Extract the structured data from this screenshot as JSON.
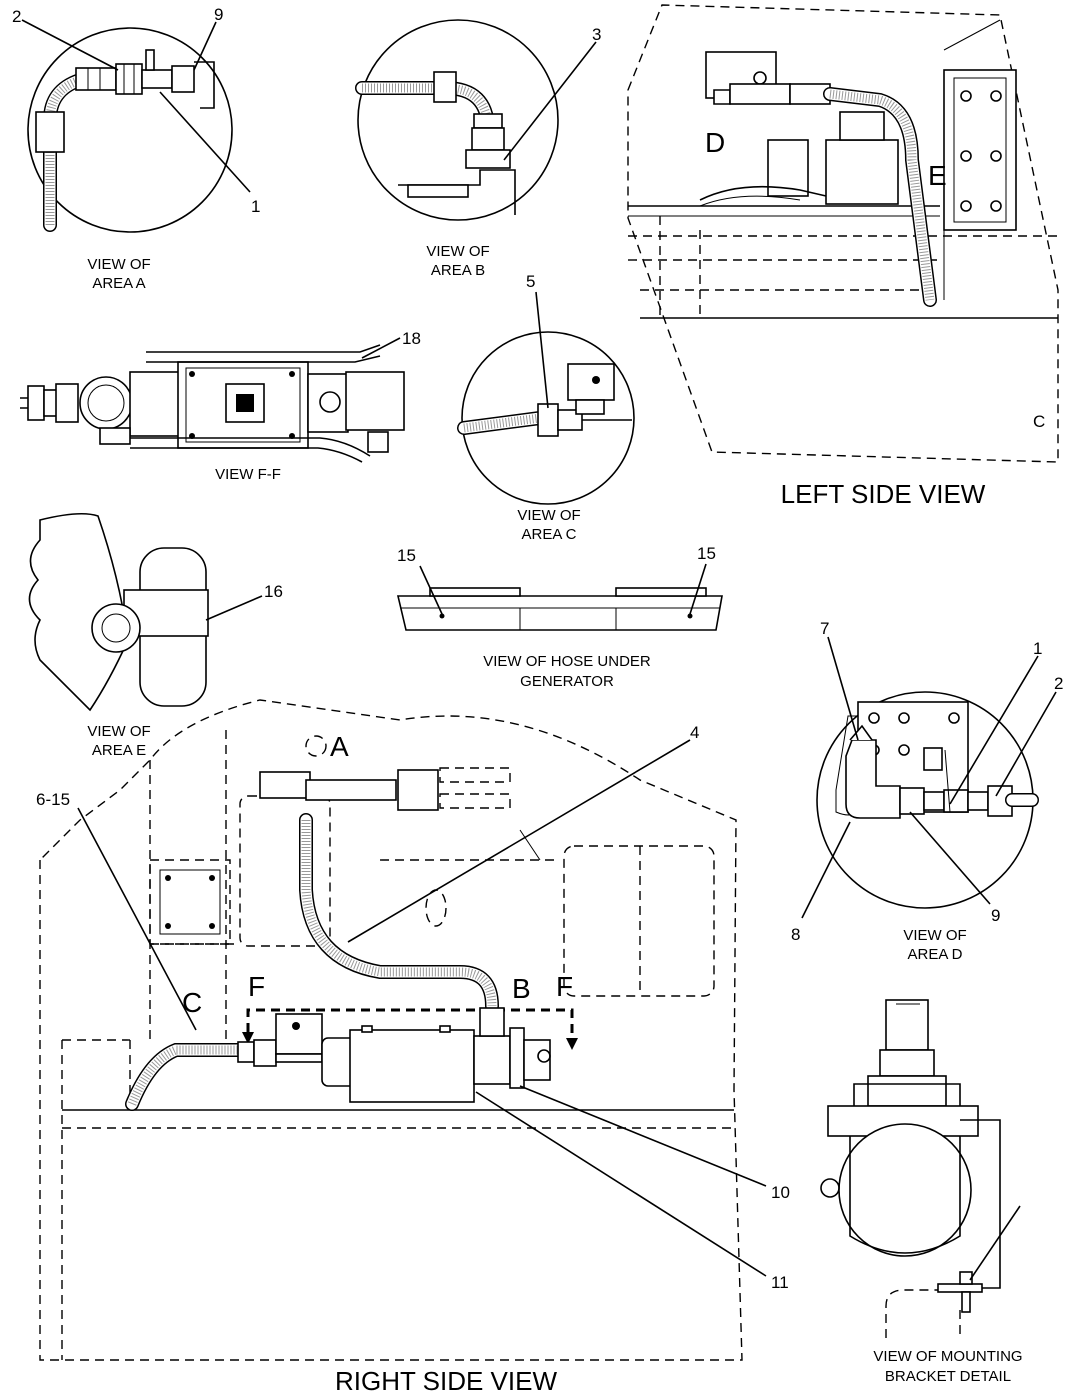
{
  "views": {
    "area_a": {
      "caption_line1": "VIEW OF",
      "caption_line2": "AREA A",
      "callouts": [
        "2",
        "9",
        "1"
      ]
    },
    "area_b": {
      "caption_line1": "VIEW OF",
      "caption_line2": "AREA B",
      "callouts": [
        "3"
      ]
    },
    "left_side": {
      "caption": "LEFT SIDE VIEW",
      "letters": [
        "D",
        "E"
      ],
      "mark": "C"
    },
    "view_ff": {
      "caption": "VIEW  F-F",
      "callouts": [
        "18"
      ]
    },
    "area_c": {
      "caption_line1": "VIEW OF",
      "caption_line2": "AREA  C",
      "callouts": [
        "5"
      ]
    },
    "area_e": {
      "caption_line1": "VIEW OF",
      "caption_line2": "AREA E",
      "callouts": [
        "16"
      ]
    },
    "hose_under_generator": {
      "caption_line1": "VIEW OF HOSE UNDER",
      "caption_line2": "GENERATOR",
      "callouts": [
        "15",
        "15"
      ]
    },
    "area_d": {
      "caption_line1": "VIEW OF",
      "caption_line2": "AREA D",
      "callouts": [
        "7",
        "1",
        "2",
        "8",
        "9"
      ]
    },
    "right_side": {
      "caption": "RIGHT SIDE VIEW",
      "letters": [
        "A",
        "B",
        "C",
        "F",
        "F"
      ],
      "callouts": [
        "4",
        "6-15",
        "10",
        "11"
      ]
    },
    "mounting_bracket": {
      "caption_line1": "VIEW OF MOUNTING",
      "caption_line2": "BRACKET DETAIL"
    }
  }
}
